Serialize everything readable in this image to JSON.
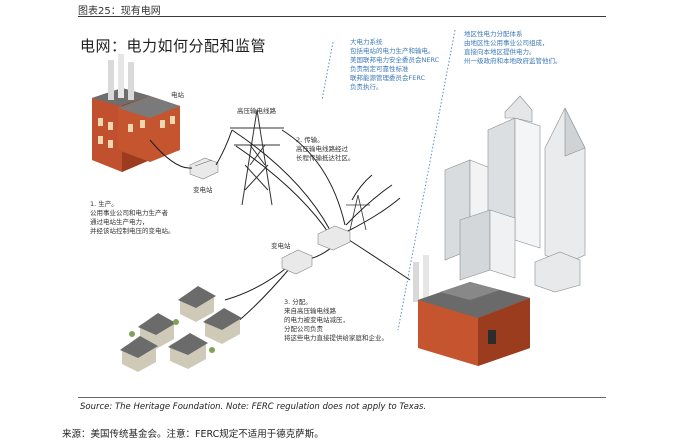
{
  "figure_label": "图表25：现有电网",
  "title": "电网：电力如何分配和监管",
  "blue_notes": {
    "federal": "大电力系统\n包括电站的电力生产和输电。\n美国联邦电力安全委员会NERC\n负责制定可靠性标准\n联邦能源管理委员会FERC\n负责执行。",
    "local": "地区性电力分配体系\n由地区性公用事业公司组成，\n直接向本地区提供电力。\n州一级政府和本地政府监管他们。"
  },
  "labels": {
    "power_plant": "电站",
    "hv_lines": "高压输电线路",
    "substation_1": "变电站",
    "substation_2": "变电站"
  },
  "steps": {
    "generation": "1. 生产。\n公用事业公司和电力生产者\n通过电站生产电力，\n并经该站控制电压的变电站。",
    "transmission": "2. 传输。\n高压输电线路经过\n长程传输抵达社区。",
    "distribution": "3. 分配。\n来自高压输电线路\n的电力被变电站减压，\n分配公司负责\n将这些电力直接提供给家庭和企业。"
  },
  "source_en": "Source: The Heritage Foundation. Note: FERC regulation does not apply to Texas.",
  "source_cn": "来源：美国传统基金会。注意：FERC规定不适用于德克萨斯。",
  "colors": {
    "accent_blue": "#3d7ab8",
    "brick": "#c0502e",
    "building": "#e8eaec"
  }
}
